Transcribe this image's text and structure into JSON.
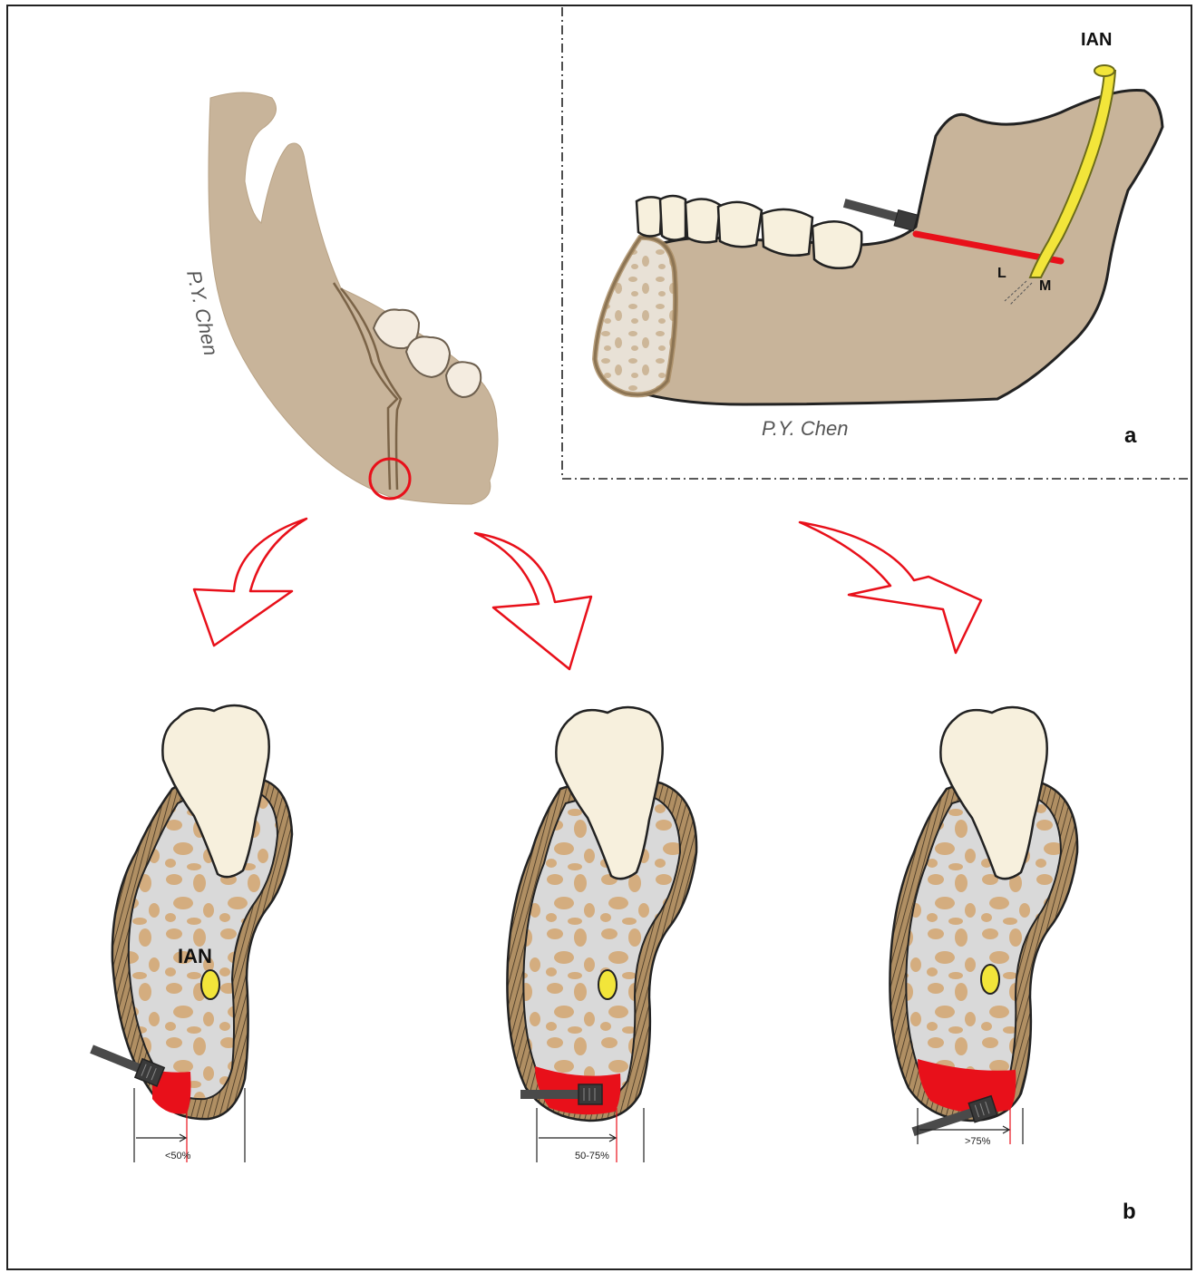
{
  "labels": {
    "ian_top": "IAN",
    "ian_bottom": "IAN",
    "lingual": "L",
    "medial": "M",
    "panel_a": "a",
    "panel_b": "b",
    "signature_left": "P.Y. Chen",
    "signature_right": "P.Y. Chen",
    "measure_1": "<50%",
    "measure_2": "50-75%",
    "measure_3": ">75%"
  },
  "colors": {
    "bone": "#c8b49a",
    "bone_outline": "#4a3f33",
    "cortex": "#9b7e57",
    "cancellous_bg": "#d6d6d6",
    "cancellous_spot": "#d7b388",
    "tooth": "#f7f0dd",
    "nerve": "#f2e53a",
    "osteotomy": "#e8101a",
    "saw": "#4a4a4a",
    "arrow": "#e8101a",
    "frame": "#222222"
  },
  "icons": {
    "saw": "saw-blade-icon",
    "arrow": "lightning-arrow-icon"
  }
}
